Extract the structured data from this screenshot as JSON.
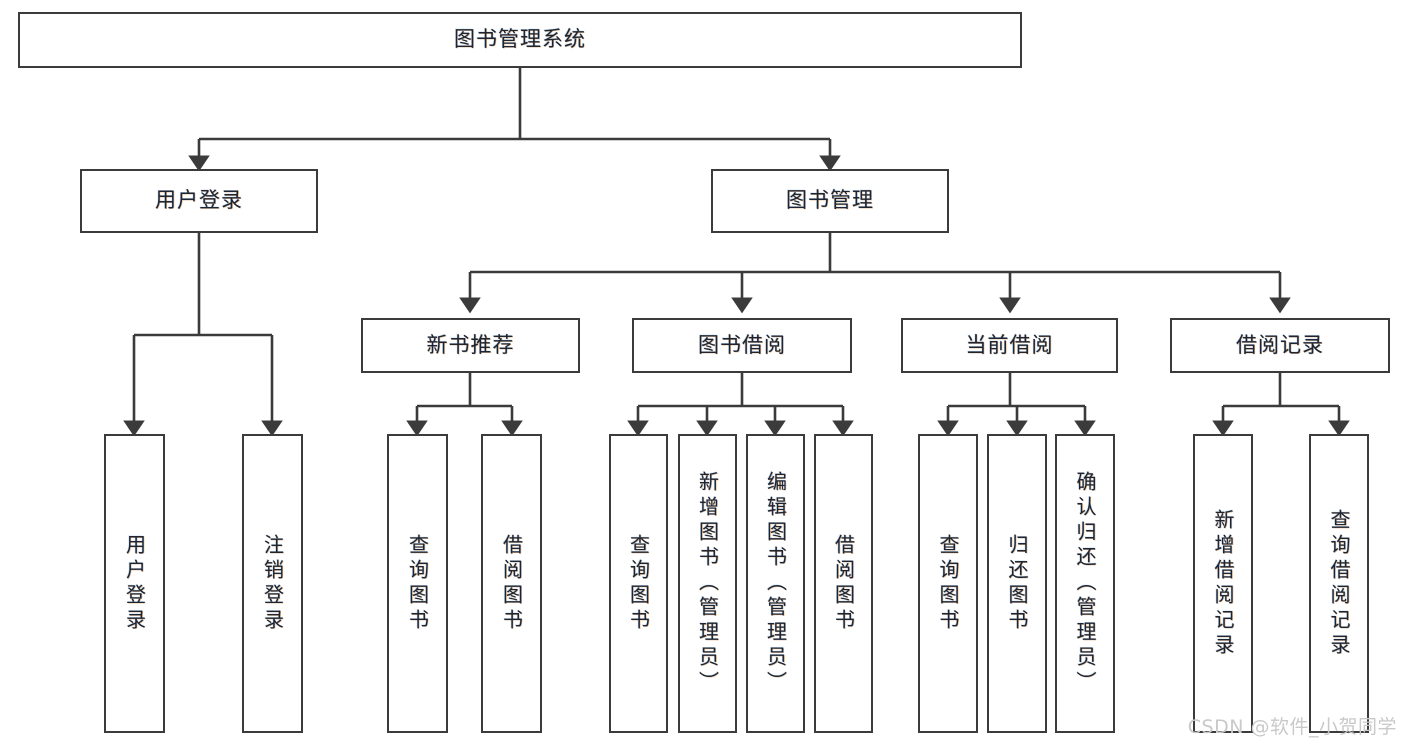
{
  "diagram": {
    "type": "tree-hierarchy",
    "title": "图书管理系统",
    "root": {
      "label": "图书管理系统",
      "orientation": "horizontal"
    },
    "level2": [
      {
        "label": "用户登录",
        "orientation": "horizontal"
      },
      {
        "label": "图书管理",
        "orientation": "horizontal"
      }
    ],
    "level3": [
      {
        "label": "新书推荐",
        "orientation": "horizontal"
      },
      {
        "label": "图书借阅",
        "orientation": "horizontal"
      },
      {
        "label": "当前借阅",
        "orientation": "horizontal"
      },
      {
        "label": "借阅记录",
        "orientation": "horizontal"
      }
    ],
    "leaves": {
      "user_login": [
        {
          "label": "用户登录",
          "orientation": "vertical"
        },
        {
          "label": "注销登录",
          "orientation": "vertical"
        }
      ],
      "new_book_recommend": [
        {
          "label": "查询图书",
          "orientation": "vertical"
        },
        {
          "label": "借阅图书",
          "orientation": "vertical"
        }
      ],
      "book_borrow": [
        {
          "label": "查询图书",
          "orientation": "vertical"
        },
        {
          "label": "新增图书（管理员）",
          "orientation": "vertical"
        },
        {
          "label": "编辑图书（管理员）",
          "orientation": "vertical"
        },
        {
          "label": "借阅图书",
          "orientation": "vertical"
        }
      ],
      "current_borrow": [
        {
          "label": "查询图书",
          "orientation": "vertical"
        },
        {
          "label": "归还图书",
          "orientation": "vertical"
        },
        {
          "label": "确认归还（管理员）",
          "orientation": "vertical"
        }
      ],
      "borrow_record": [
        {
          "label": "新增借阅记录",
          "orientation": "vertical"
        },
        {
          "label": "查询借阅记录",
          "orientation": "vertical"
        }
      ]
    },
    "colors": {
      "stroke": "#3b3b3b",
      "fill": "#ffffff",
      "text": "#1f2430",
      "watermark": "#c9c9c9"
    }
  },
  "watermark": {
    "text": "CSDN @软件_小贺同学"
  }
}
